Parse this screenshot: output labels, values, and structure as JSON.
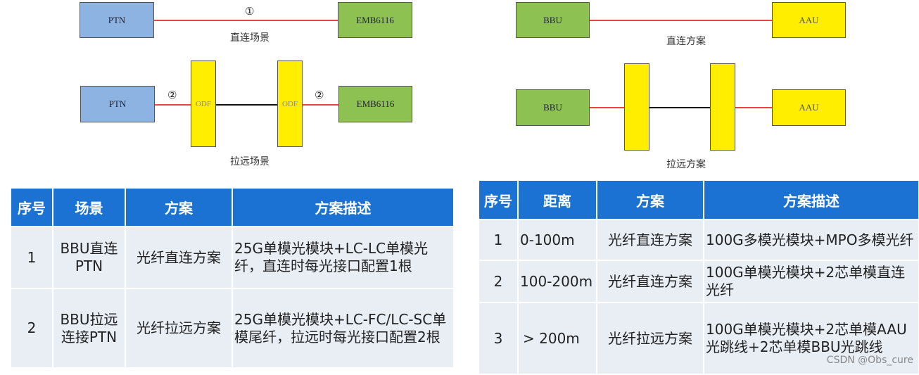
{
  "left_diagram": {
    "direct": {
      "left": "PTN",
      "right": "EMB6116",
      "marker": "①",
      "caption": "直连场景"
    },
    "remote": {
      "left": "PTN",
      "odf1": "ODF",
      "odf2": "ODF",
      "right": "EMB6116",
      "marker_left": "②",
      "marker_right": "②",
      "caption": "拉远场景"
    }
  },
  "right_diagram": {
    "direct": {
      "left": "BBU",
      "right": "AAU",
      "caption": "直连方案"
    },
    "remote": {
      "left": "BBU",
      "right": "AAU",
      "caption": "拉远方案"
    }
  },
  "left_table": {
    "headers": [
      "序号",
      "场景",
      "方案",
      "方案描述"
    ],
    "rows": [
      [
        "1",
        "BBU直连PTN",
        "光纤直连方案",
        "25G单模光模块+LC-LC单模光纤，直连时每光接口配置1根"
      ],
      [
        "2",
        "BBU拉远连接PTN",
        "光纤拉远方案",
        "25G单模光模块+LC-FC/LC-SC单模尾纤，拉远时每光接口配置2根"
      ]
    ]
  },
  "right_table": {
    "headers": [
      "序号",
      "距离",
      "方案",
      "方案描述"
    ],
    "rows": [
      [
        "1",
        "0-100m",
        "光纤直连方案",
        "100G多模光模块+MPO多模光纤"
      ],
      [
        "2",
        "100-200m",
        "光纤直连方案",
        "100G单模光模块+2芯单模直连光纤"
      ],
      [
        "3",
        "> 200m",
        "光纤拉远方案",
        "100G单模光模块+2芯单模AAU光跳线+2芯单模BBU光跳线"
      ]
    ]
  },
  "watermark": "CSDN @Obs_cure"
}
